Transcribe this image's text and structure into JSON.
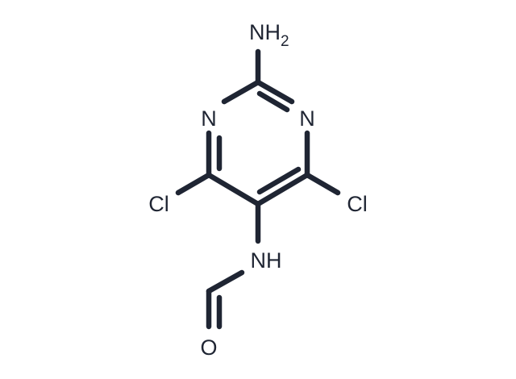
{
  "molecule": {
    "atoms": {
      "amino": {
        "symbol": "NH",
        "subscript": "2"
      },
      "ring_n_left": {
        "symbol": "N"
      },
      "ring_n_right": {
        "symbol": "N"
      },
      "chloro_left": {
        "symbol": "Cl"
      },
      "chloro_right": {
        "symbol": "Cl"
      },
      "amide_nh": {
        "symbol": "NH"
      },
      "carbonyl_o": {
        "symbol": "O"
      }
    },
    "colors": {
      "ink": "#1f2533",
      "background": "#ffffff"
    }
  }
}
